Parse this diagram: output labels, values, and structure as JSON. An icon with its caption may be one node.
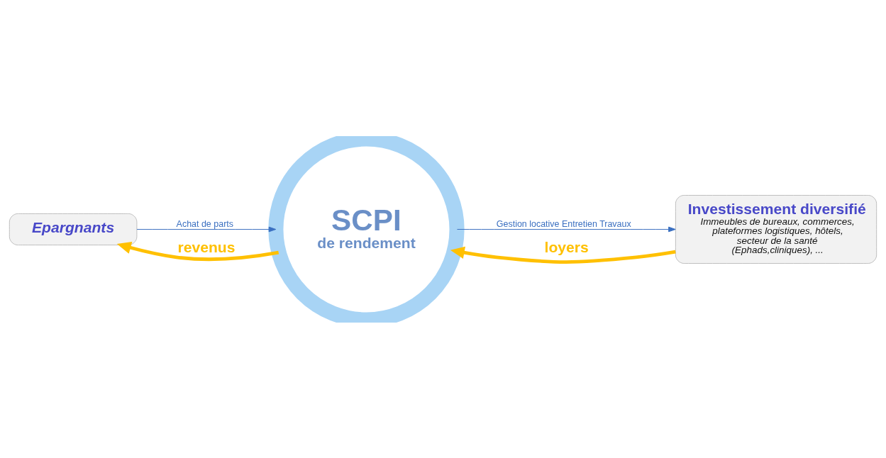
{
  "diagram": {
    "nodes": [
      {
        "text": [
          "Epargnants"
        ]
      },
      {
        "text": [
          "SCPI",
          "de rendement"
        ]
      },
      {
        "text": [
          "Investissement diversifié",
          "Immeubles de bureaux, commerces, plateformes logistiques, hôtels, secteur de la santé (Ephads,cliniques), ..."
        ]
      }
    ],
    "edges": [
      {
        "from": 1,
        "to": 0,
        "arrow": "to",
        "label": "revenus",
        "color": "#ffc000",
        "style": "thick"
      },
      {
        "from": 2,
        "to": 1,
        "arrow": "to",
        "label": "loyers",
        "color": "#ffc000",
        "style": "thick"
      },
      {
        "from": 0,
        "to": 1,
        "arrow": "to",
        "label": "Achat de parts",
        "color": "#3a6fc0"
      },
      {
        "from": 1,
        "to": 2,
        "arrow": "to",
        "label": "Gestion locative Entretien Travaux",
        "color": "#3a6fc0"
      }
    ]
  }
}
